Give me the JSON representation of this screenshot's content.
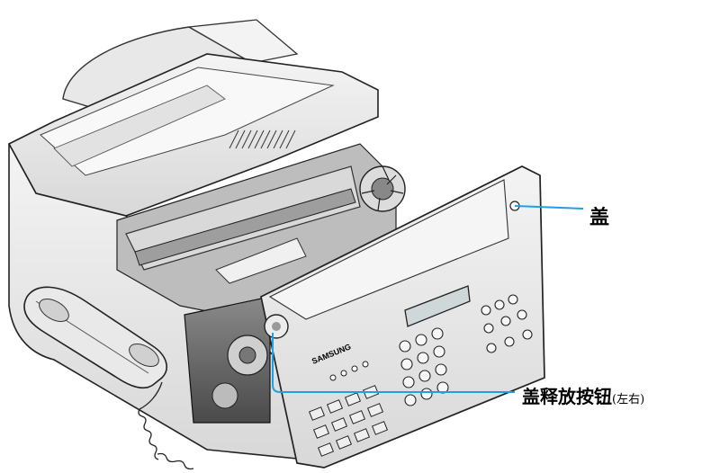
{
  "diagram": {
    "brand_text": "SAMSUNG",
    "callouts": {
      "cover_label": "盖",
      "release_button_label": "盖释放按钮",
      "release_button_note": "(左右)"
    },
    "leader_color": "#1ea0e6"
  }
}
